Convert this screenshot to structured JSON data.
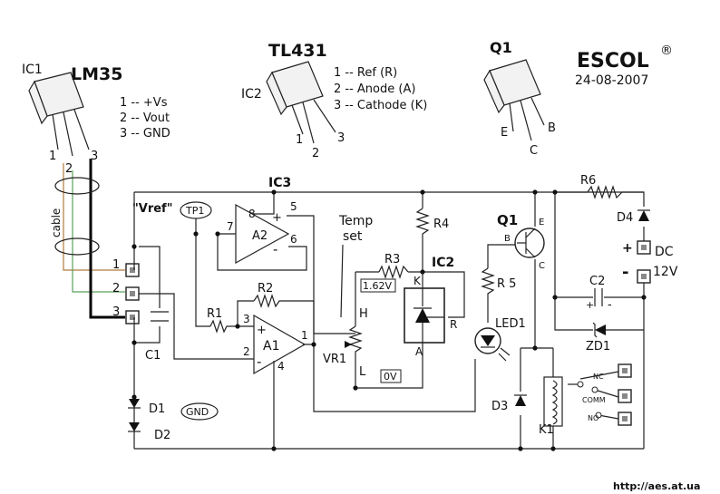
{
  "ic1": {
    "ref": "IC1",
    "name": "LM35",
    "pins": [
      "1 -- +Vs",
      "2 -- Vout",
      "3 -- GND"
    ],
    "pin_numbers": [
      "1",
      "2",
      "3"
    ]
  },
  "ic2": {
    "ref": "IC2",
    "name": "TL431",
    "pins": [
      "1 -- Ref (R)",
      "2 -- Anode  (A)",
      "3 -- Cathode (K)"
    ],
    "pin_numbers": [
      "1",
      "2",
      "3"
    ]
  },
  "q1": {
    "ref": "Q1",
    "pins": [
      "E",
      "B",
      "C"
    ]
  },
  "brand": {
    "name": "ESCOL",
    "mark": "®",
    "date": "24-08-2007"
  },
  "labels": {
    "ic3": "IC3",
    "vref": "\"Vref\"",
    "tp1": "TP1",
    "cable": "cable",
    "a1": "A1",
    "a2": "A2",
    "r1": "R1",
    "r2": "R2",
    "r3": "R3",
    "r4": "R4",
    "r5": "R 5",
    "r6": "R6",
    "c1": "C1",
    "c2": "C2",
    "d1": "D1",
    "d2": "D2",
    "d3": "D3",
    "d4": "D4",
    "zd1": "ZD1",
    "led1": "LED1",
    "k1": "K1",
    "vr1": "VR1",
    "gnd": "GND",
    "temp": "Temp",
    "set": "set",
    "ic2b": "IC2",
    "q1b": "Q1",
    "v162": "1.62V",
    "v0": "0V",
    "h": "H",
    "l": "L",
    "k": "K",
    "r": "R",
    "a": "A",
    "e": "E",
    "b": "B",
    "c": "C",
    "dc": "DC",
    "v12": "12V",
    "plus": "+",
    "minus": "-",
    "nc": "NC",
    "comm": "COMM",
    "no": "NO",
    "url": "http://aes.at.ua"
  },
  "pin_numbers": {
    "a2_8": "8",
    "a2_5": "5",
    "a2_7": "7",
    "a2_6": "6",
    "a1_3": "3",
    "a1_2": "2",
    "a1_1": "1",
    "a1_4": "4",
    "t1": "1",
    "t2": "2",
    "t3": "3"
  }
}
